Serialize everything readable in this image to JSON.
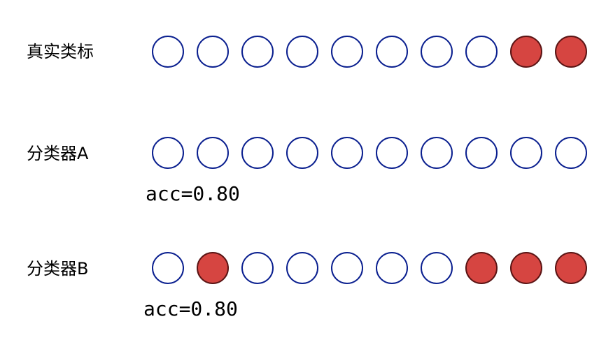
{
  "rows": [
    {
      "label": "真实类标",
      "acc": "",
      "labels": [
        0,
        0,
        0,
        0,
        0,
        0,
        0,
        0,
        1,
        1
      ]
    },
    {
      "label": "分类器A",
      "acc": "acc=0.80",
      "labels": [
        0,
        0,
        0,
        0,
        0,
        0,
        0,
        0,
        0,
        0
      ]
    },
    {
      "label": "分类器B",
      "acc": "acc=0.80",
      "labels": [
        0,
        1,
        0,
        0,
        0,
        0,
        0,
        1,
        1,
        1
      ]
    }
  ],
  "colors": {
    "negative_fill": "#ffffff",
    "negative_border": "#0a1f8f",
    "positive_fill": "#d64541",
    "positive_border": "#5a1414"
  }
}
